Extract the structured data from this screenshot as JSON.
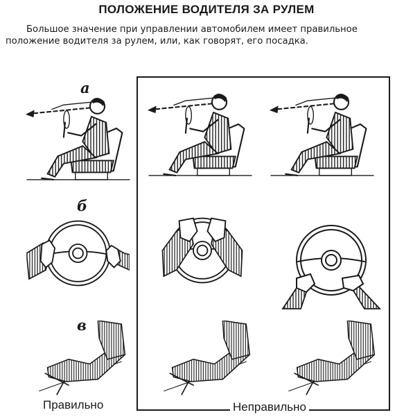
{
  "title": "ПОЛОЖЕНИЕ ВОДИТЕЛЯ ЗА РУЛЕМ",
  "intro": {
    "line1": "Большое значение при управлении автомобилем имеет правильное",
    "line2": "положение водителя за рулем, или, как говорят, его посадка."
  },
  "row_labels": {
    "a": "а",
    "b": "б",
    "c": "в"
  },
  "captions": {
    "correct": "Правильно",
    "incorrect": "Неправильно"
  }
}
